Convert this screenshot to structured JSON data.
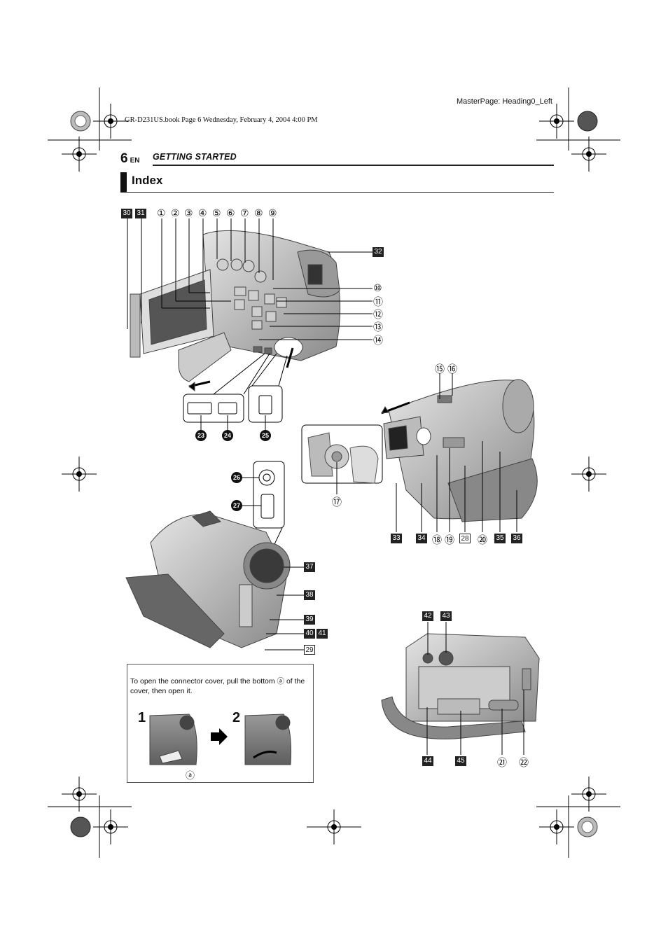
{
  "header": {
    "book_info": "GR-D231US.book  Page 6  Wednesday, February 4, 2004  4:00 PM",
    "master_page": "MasterPage: Heading0_Left",
    "page_number": "6",
    "language": "EN",
    "section": "GETTING STARTED"
  },
  "title": "Index",
  "labels": {
    "l1": "①",
    "l2": "②",
    "l3": "③",
    "l4": "④",
    "l5": "⑤",
    "l6": "⑥",
    "l7": "⑦",
    "l8": "⑧",
    "l9": "⑨",
    "l10": "⑩",
    "l11": "⑪",
    "l12": "⑫",
    "l13": "⑬",
    "l14": "⑭",
    "l15": "⑮",
    "l16": "⑯",
    "l17": "⑰",
    "l18": "⑱",
    "l19": "⑲",
    "l20": "⑳",
    "l21": "㉑",
    "l22": "㉒",
    "l23": "23",
    "l24": "24",
    "l25": "25",
    "l26": "26",
    "l27": "27",
    "l28": "28",
    "l29": "29",
    "l30": "30",
    "l31": "31",
    "l32": "32",
    "l33": "33",
    "l34": "34",
    "l35": "35",
    "l36": "36",
    "l37": "37",
    "l38": "38",
    "l39": "39",
    "l40": "40",
    "l41": "41",
    "l42": "42",
    "l43": "43",
    "l44": "44",
    "l45": "45"
  },
  "connector_note": {
    "text": "To open the connector cover, pull the bottom ⓐ of the cover, then open it.",
    "step1": "1",
    "step2": "2",
    "marker": "ⓐ"
  }
}
